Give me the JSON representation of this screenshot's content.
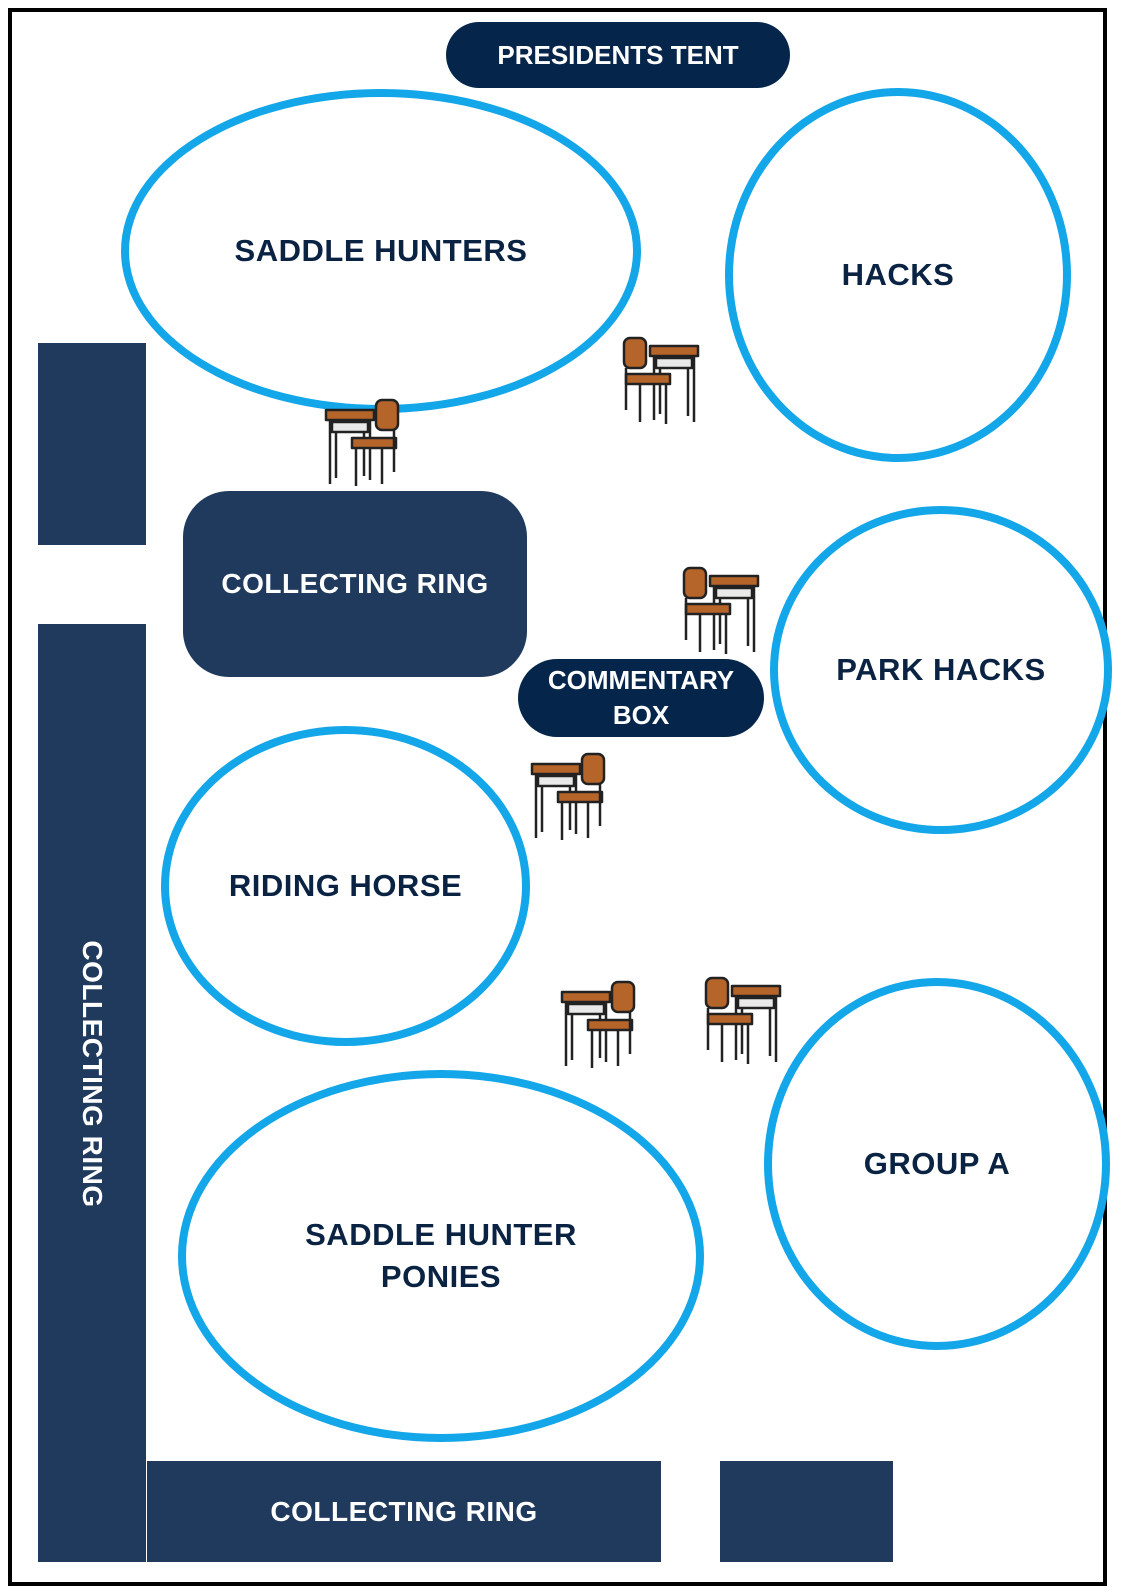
{
  "title": "PRESIDENTS TENT",
  "rings": {
    "saddle_hunters": "SADDLE HUNTERS",
    "hacks": "HACKS",
    "park_hacks": "PARK HACKS",
    "riding_horse": "RIDING HORSE",
    "saddle_hunter_ponies": "SADDLE HUNTER\nPONIES",
    "group_a": "GROUP A"
  },
  "collecting_ring_top": "COLLECTING RING",
  "collecting_ring_side": "COLLECTING RING",
  "collecting_ring_bottom": "COLLECTING RING",
  "commentary_box": "COMMENTARY\nBOX",
  "colors": {
    "ring_outline": "#13a6e8",
    "navy": "#1f3a5c",
    "dark_navy": "#05264a",
    "ring_text": "#0a2343",
    "desk_wood": "#b5652a"
  },
  "icons": [
    "school-desk-chair-icon"
  ]
}
